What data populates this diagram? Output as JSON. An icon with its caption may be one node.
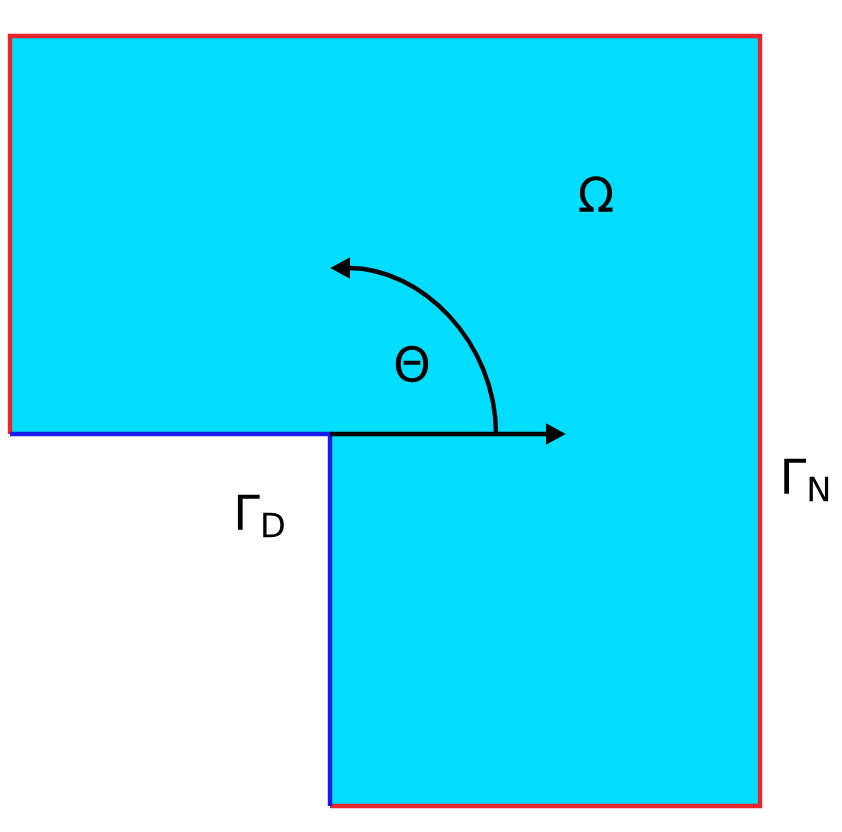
{
  "diagram": {
    "labels": [
      "Ω",
      "Θ",
      "Γ$_{D}$",
      "Γ$_{N}$"
    ]
  }
}
